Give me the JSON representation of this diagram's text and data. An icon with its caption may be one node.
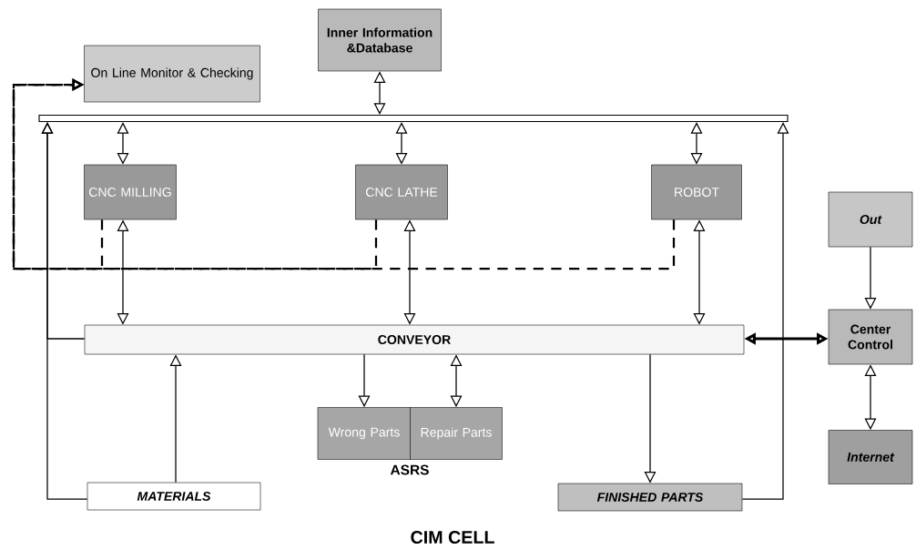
{
  "diagram": {
    "caption": "CIM CELL",
    "nodes": [
      {
        "text": [
          "Inner Information &Database"
        ]
      },
      {
        "text": [
          "On Line Monitor & Checking"
        ]
      },
      {
        "text": [],
        "shape": "bar"
      },
      {
        "text": [
          "CNC MILLING"
        ]
      },
      {
        "text": [
          "CNC LATHE"
        ]
      },
      {
        "text": [
          "ROBOT"
        ]
      },
      {
        "text": [
          "Out"
        ]
      },
      {
        "text": [
          "CONVEYOR"
        ]
      },
      {
        "text": [
          "Center Control"
        ]
      },
      {
        "text": [
          "Wrong Parts"
        ]
      },
      {
        "text": [
          "Repair Parts"
        ]
      },
      {
        "text": [
          "Internet"
        ]
      },
      {
        "text": [
          "MATERIALS"
        ]
      },
      {
        "text": [
          "FINISHED PARTS"
        ]
      }
    ],
    "edges": [
      {
        "from": 0,
        "to": 2,
        "arrow": "both"
      },
      {
        "from": 2,
        "to": 3,
        "arrow": "both"
      },
      {
        "from": 2,
        "to": 4,
        "arrow": "both"
      },
      {
        "from": 2,
        "to": 5,
        "arrow": "both"
      },
      {
        "from": 3,
        "to": 7,
        "arrow": "both"
      },
      {
        "from": 4,
        "to": 7,
        "arrow": "both"
      },
      {
        "from": 5,
        "to": 7,
        "arrow": "both"
      },
      {
        "from": 3,
        "to": 1,
        "arrow": "to",
        "style": "dashed"
      },
      {
        "from": 4,
        "to": 1,
        "arrow": "to",
        "style": "dashed"
      },
      {
        "from": 5,
        "to": 1,
        "arrow": "to",
        "style": "dashed"
      },
      {
        "from": 7,
        "to": 2,
        "arrow": "to"
      },
      {
        "from": 12,
        "to": 2,
        "arrow": "to"
      },
      {
        "from": 12,
        "to": 7,
        "arrow": "to"
      },
      {
        "from": 7,
        "to": 9,
        "arrow": "to"
      },
      {
        "from": 7,
        "to": 10,
        "arrow": "both"
      },
      {
        "from": 7,
        "to": 13,
        "arrow": "to"
      },
      {
        "from": 13,
        "to": 2,
        "arrow": "to"
      },
      {
        "from": 7,
        "to": 8,
        "arrow": "both",
        "style": "thick"
      },
      {
        "from": 6,
        "to": 8,
        "arrow": "to"
      },
      {
        "from": 8,
        "to": 11,
        "arrow": "both"
      }
    ],
    "labels": [
      "ASRS"
    ]
  }
}
